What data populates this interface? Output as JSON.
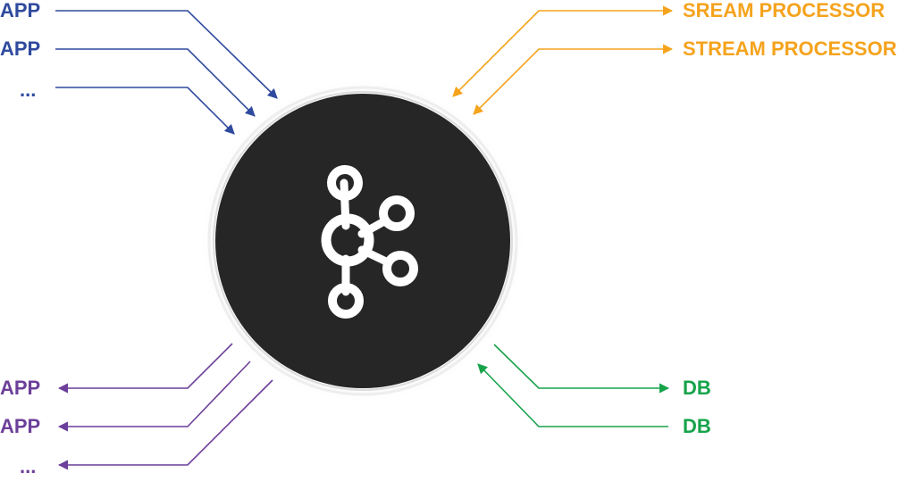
{
  "producers": {
    "color": "#2f4a9e",
    "items": [
      "APP",
      "APP",
      "..."
    ]
  },
  "stream_processors": {
    "color": "#f5a31d",
    "items": [
      "SREAM PROCESSOR",
      "STREAM PROCESSOR"
    ]
  },
  "consumers": {
    "color": "#6c3f9a",
    "items": [
      "APP",
      "APP",
      "..."
    ]
  },
  "databases": {
    "color": "#16a34a",
    "items": [
      "DB",
      "DB"
    ]
  },
  "hub": {
    "icon": "kafka-logo-icon",
    "fill": "#262626",
    "icon_color": "#ffffff"
  }
}
